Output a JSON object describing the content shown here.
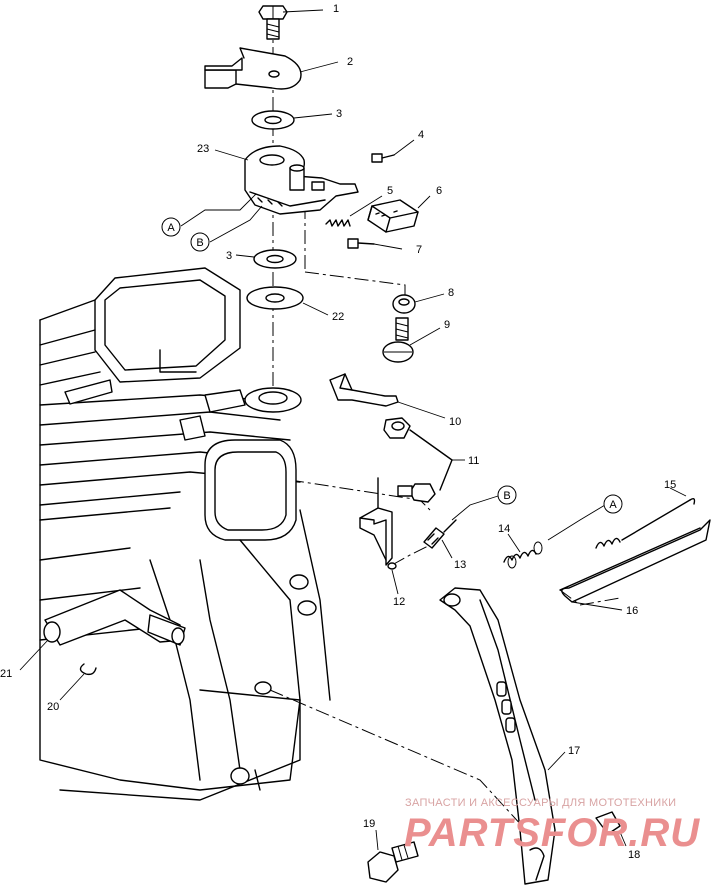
{
  "callouts": [
    {
      "id": "1",
      "text": "1"
    },
    {
      "id": "2",
      "text": "2"
    },
    {
      "id": "3a",
      "text": "3"
    },
    {
      "id": "4",
      "text": "4"
    },
    {
      "id": "23",
      "text": "23"
    },
    {
      "id": "5",
      "text": "5"
    },
    {
      "id": "6",
      "text": "6"
    },
    {
      "id": "7",
      "text": "7"
    },
    {
      "id": "3b",
      "text": "3"
    },
    {
      "id": "8",
      "text": "8"
    },
    {
      "id": "22",
      "text": "22"
    },
    {
      "id": "9",
      "text": "9"
    },
    {
      "id": "10",
      "text": "10"
    },
    {
      "id": "11",
      "text": "11"
    },
    {
      "id": "15",
      "text": "15"
    },
    {
      "id": "14",
      "text": "14"
    },
    {
      "id": "13",
      "text": "13"
    },
    {
      "id": "16",
      "text": "16"
    },
    {
      "id": "12",
      "text": "12"
    },
    {
      "id": "17",
      "text": "17"
    },
    {
      "id": "21",
      "text": "21"
    },
    {
      "id": "20",
      "text": "20"
    },
    {
      "id": "19",
      "text": "19"
    },
    {
      "id": "18",
      "text": "18"
    }
  ],
  "reference_markers": [
    {
      "id": "A1",
      "text": "A"
    },
    {
      "id": "B1",
      "text": "B"
    },
    {
      "id": "B2",
      "text": "B"
    },
    {
      "id": "A2",
      "text": "A"
    }
  ],
  "watermark": {
    "line1": "ЗАПЧАСТИ И АКСЕССУАРЫ ДЛЯ МОТОТЕХНИКИ",
    "logo": "PARTSFOR.RU"
  }
}
